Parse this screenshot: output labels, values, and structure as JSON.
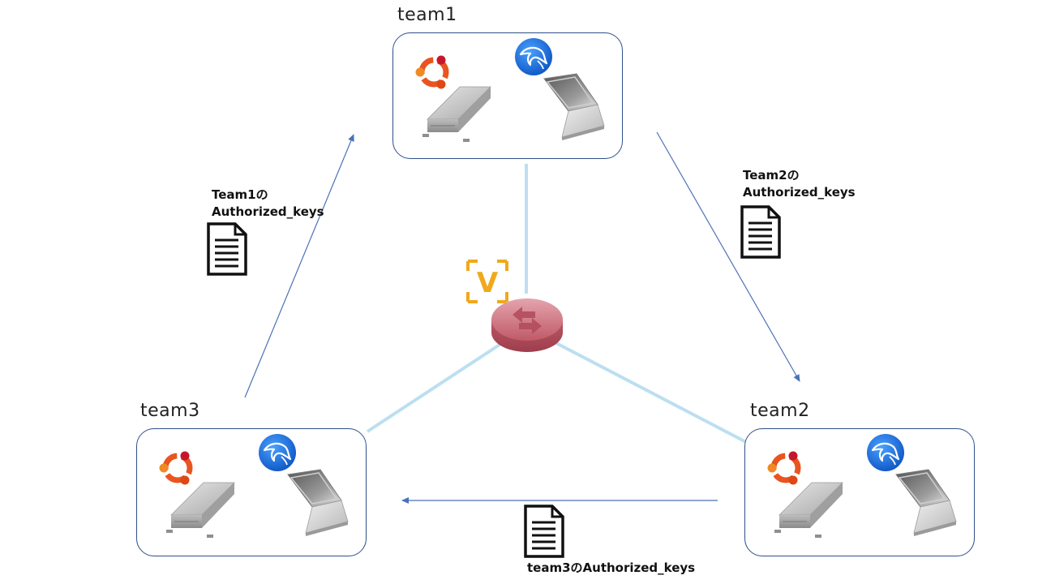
{
  "teams": {
    "team1": {
      "label": "team1"
    },
    "team2": {
      "label": "team2"
    },
    "team3": {
      "label": "team3"
    }
  },
  "transfers": {
    "team1_keys": {
      "line1": "Team1の",
      "line2": "Authorized_keys"
    },
    "team2_keys": {
      "line1": "Team2の",
      "line2": "Authorized_keys"
    },
    "team3_keys": {
      "label": "team3のAuthorized_keys"
    }
  },
  "hub": {
    "badge": "V"
  },
  "icons": {
    "server": "server-icon",
    "laptop": "laptop-icon",
    "ubuntu": "ubuntu-logo-icon",
    "kali": "kali-linux-logo-icon",
    "router": "router-icon",
    "document": "document-icon"
  },
  "colors": {
    "box_border": "#2f4f8a",
    "link_line": "#bcdff0",
    "arrow": "#4a72b8",
    "ubuntu": "#e95420",
    "kali": "#1d6fd8",
    "router": "#c9616f",
    "badge": "#f0a81c"
  }
}
